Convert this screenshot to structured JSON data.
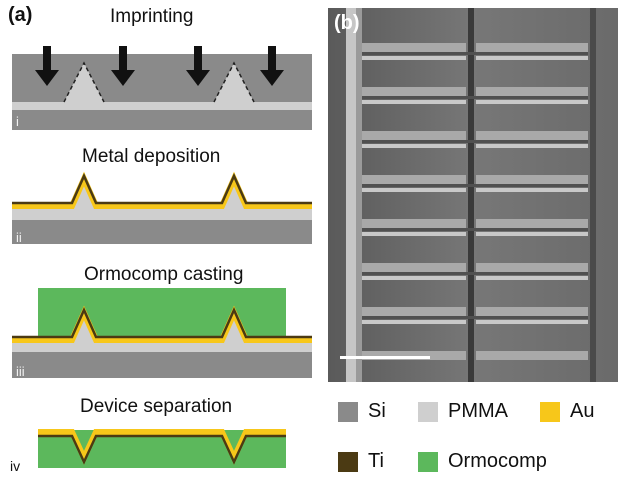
{
  "panel_a": {
    "label": "(a)",
    "steps": [
      {
        "title": "Imprinting",
        "roman": "i"
      },
      {
        "title": "Metal deposition",
        "roman": "ii"
      },
      {
        "title": "Ormocomp casting",
        "roman": "iii"
      },
      {
        "title": "Device separation",
        "roman": "iv"
      }
    ]
  },
  "panel_b": {
    "label": "(b)"
  },
  "legend": [
    {
      "label": "Si",
      "color": "#8a8a8a"
    },
    {
      "label": "PMMA",
      "color": "#cfcfcf"
    },
    {
      "label": "Au",
      "color": "#f7c71a"
    },
    {
      "label": "Ti",
      "color": "#4b3a13"
    },
    {
      "label": "Ormocomp",
      "color": "#5cb85c"
    }
  ]
}
